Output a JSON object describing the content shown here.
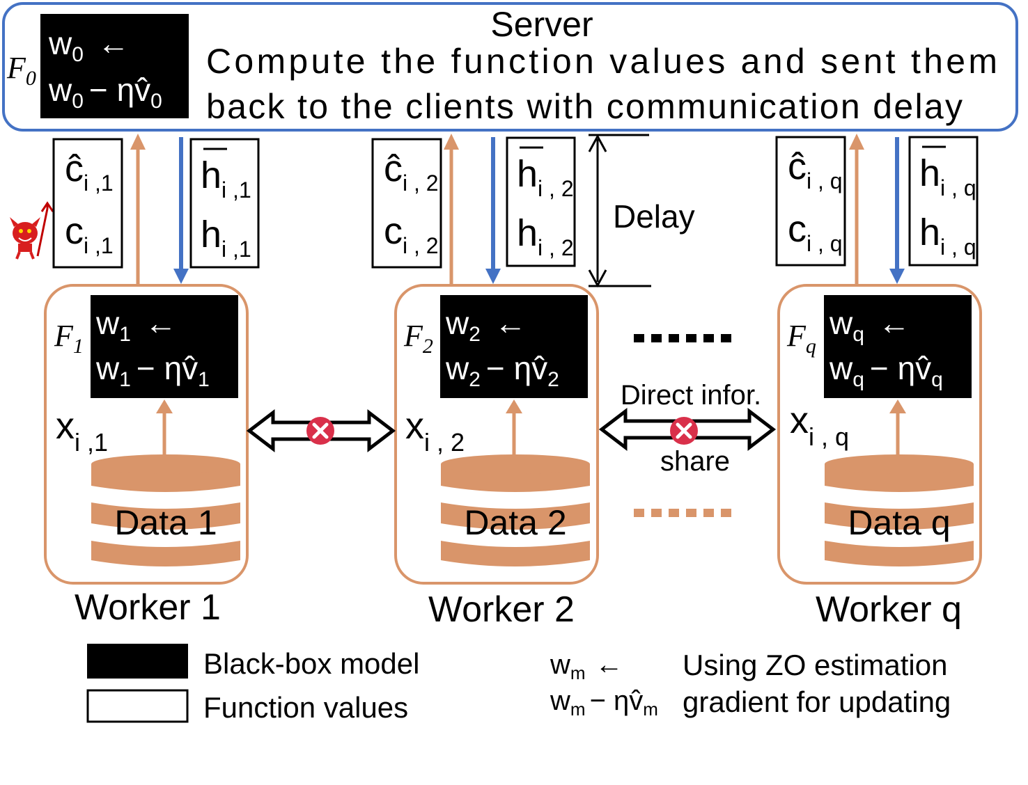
{
  "server": {
    "title": "Server",
    "line1": "Compute the function values and sent them",
    "line2": "back to the clients with communication delay",
    "f_label": "F",
    "f_sub": "0",
    "w_var": "w",
    "w_sub": "0",
    "arrow": "←",
    "minus": "− η",
    "v_var": "v̂",
    "v_sub": "0"
  },
  "delay_label": "Delay",
  "share_label_top": "Direct infor.",
  "share_label_bottom": "share",
  "workers": [
    {
      "name": "Worker 1",
      "f": "F",
      "sub": "1",
      "w": "w",
      "arrow": "←",
      "minus": "− η",
      "v": "v̂",
      "x": "x",
      "x_sub": "i ,1",
      "data": "Data 1",
      "chat": "ĉ",
      "c": "c",
      "c_sub": "i ,1",
      "hbar": "h",
      "h": "h",
      "h_sub": "i ,1"
    },
    {
      "name": "Worker 2",
      "f": "F",
      "sub": "2",
      "w": "w",
      "arrow": "←",
      "minus": "− η",
      "v": "v̂",
      "x": "x",
      "x_sub": "i , 2",
      "data": "Data 2",
      "chat": "ĉ",
      "c": "c",
      "c_sub": "i , 2",
      "hbar": "h",
      "h": "h",
      "h_sub": "i , 2"
    },
    {
      "name": "Worker q",
      "f": "F",
      "sub": "q",
      "w": "w",
      "arrow": "←",
      "minus": "− η",
      "v": "v̂",
      "x": "x",
      "x_sub": "i , q",
      "data": "Data q",
      "chat": "ĉ",
      "c": "c",
      "c_sub": "i , q",
      "hbar": "h",
      "h": "h",
      "h_sub": "i , q"
    }
  ],
  "legend": {
    "black_box": "Black-box model",
    "function_values": "Function values",
    "update_w": "w",
    "update_sub": "m",
    "update_arrow": "←",
    "update_minus": "− η",
    "update_v": "v̂",
    "update_text1": "Using ZO estimation",
    "update_text2": "gradient for updating"
  },
  "colors": {
    "orange": "#d9956a",
    "blue": "#4472c4",
    "red_x": "#d9304a",
    "black": "#000000"
  }
}
